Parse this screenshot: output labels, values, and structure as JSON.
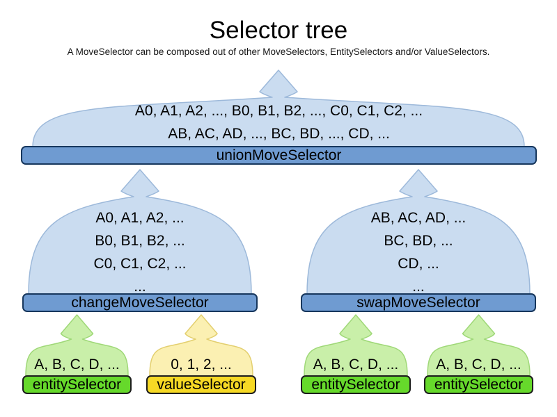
{
  "title": "Selector tree",
  "subtitle": "A MoveSelector can be composed out of other MoveSelectors, EntitySelectors and/or ValueSelectors.",
  "colors": {
    "cloud_blue": "#cadcf0",
    "cloud_blue_stroke": "#9db9da",
    "bar_blue": "#6f9bd1",
    "bar_blue_border": "#17375d",
    "cloud_green": "#c9efa9",
    "cloud_green_stroke": "#9fd878",
    "bar_green": "#66d92b",
    "cloud_yellow": "#fbf0b2",
    "cloud_yellow_stroke": "#e3cf6f",
    "bar_yellow": "#f6d925"
  },
  "selectors": {
    "union": {
      "label": "unionMoveSelector",
      "lines": [
        "A0, A1, A2, ..., B0, B1, B2, ..., C0, C1, C2, ...",
        "AB, AC, AD, ..., BC, BD, ..., CD, ..."
      ]
    },
    "change": {
      "label": "changeMoveSelector",
      "lines": [
        "A0, A1, A2, ...",
        "B0, B1, B2, ...",
        "C0, C1, C2, ...",
        "..."
      ]
    },
    "swap": {
      "label": "swapMoveSelector",
      "lines": [
        "AB, AC, AD, ...",
        "BC, BD, ...",
        "CD, ...",
        "..."
      ]
    },
    "entity1": {
      "label": "entitySelector",
      "lines": [
        "A, B, C, D, ..."
      ]
    },
    "value1": {
      "label": "valueSelector",
      "lines": [
        "0, 1, 2, ..."
      ]
    },
    "entity2": {
      "label": "entitySelector",
      "lines": [
        "A, B, C, D, ..."
      ]
    },
    "entity3": {
      "label": "entitySelector",
      "lines": [
        "A, B, C, D, ..."
      ]
    }
  }
}
